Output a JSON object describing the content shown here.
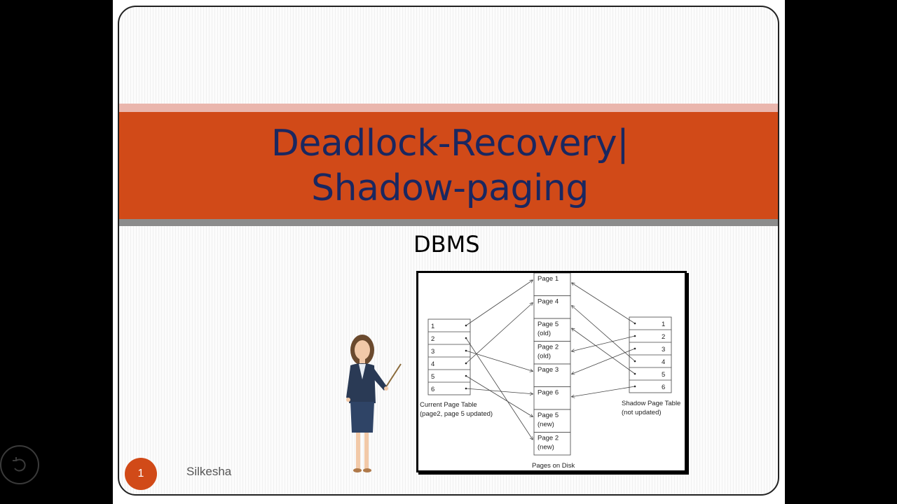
{
  "slide": {
    "title_line1": "Deadlock-Recovery|",
    "title_line2": "Shadow-paging",
    "subtitle": "DBMS",
    "page_number": "1",
    "author": "Silkesha"
  },
  "diagram": {
    "current_table": {
      "rows": [
        "1",
        "2",
        "3",
        "4",
        "5",
        "6"
      ],
      "caption_line1": "Current Page Table",
      "caption_line2": "(page2, page 5 updated)"
    },
    "shadow_table": {
      "rows": [
        "1",
        "2",
        "3",
        "4",
        "5",
        "6"
      ],
      "caption_line1": "Shadow Page Table",
      "caption_line2": "(not updated)"
    },
    "disk_pages": [
      {
        "line1": "Page 1",
        "line2": ""
      },
      {
        "line1": "Page 4",
        "line2": ""
      },
      {
        "line1": "Page 5",
        "line2": "(old)"
      },
      {
        "line1": "Page 2",
        "line2": "(old)"
      },
      {
        "line1": "Page 3",
        "line2": ""
      },
      {
        "line1": "Page 6",
        "line2": ""
      },
      {
        "line1": "Page 5",
        "line2": "(new)"
      },
      {
        "line1": "Page 2",
        "line2": "(new)"
      }
    ],
    "disk_caption": "Pages on Disk"
  },
  "colors": {
    "accent": "#d14a18",
    "title_text": "#1a2760",
    "band_light": "#eab6ad",
    "band_gray": "#8c8c8c"
  },
  "icons": {
    "back": "back-arrow-icon",
    "figure": "presenter-figure-icon"
  }
}
